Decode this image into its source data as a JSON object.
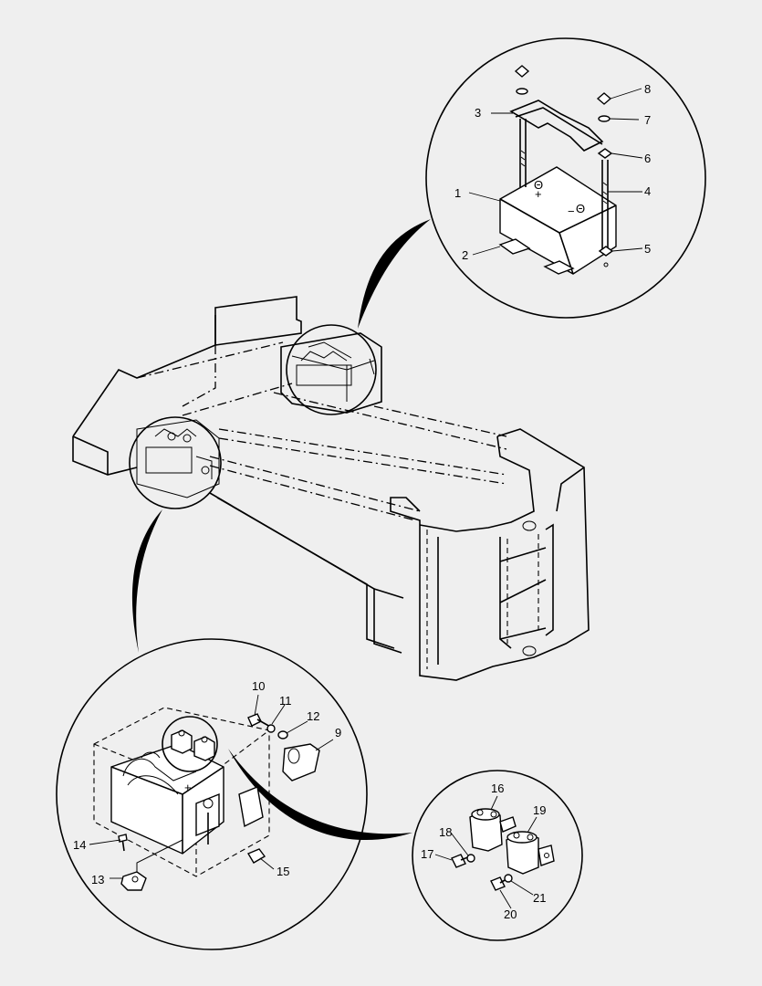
{
  "callouts": [
    {
      "id": "c1",
      "text": "1"
    },
    {
      "id": "c2",
      "text": "2"
    },
    {
      "id": "c3",
      "text": "3"
    },
    {
      "id": "c4",
      "text": "4"
    },
    {
      "id": "c5",
      "text": "5"
    },
    {
      "id": "c6",
      "text": "6"
    },
    {
      "id": "c7",
      "text": "7"
    },
    {
      "id": "c8",
      "text": "8"
    },
    {
      "id": "c9",
      "text": "9"
    },
    {
      "id": "c10",
      "text": "10"
    },
    {
      "id": "c11",
      "text": "11"
    },
    {
      "id": "c12",
      "text": "12"
    },
    {
      "id": "c13",
      "text": "13"
    },
    {
      "id": "c14",
      "text": "14"
    },
    {
      "id": "c15",
      "text": "15"
    },
    {
      "id": "c16",
      "text": "16"
    },
    {
      "id": "c17",
      "text": "17"
    },
    {
      "id": "c18",
      "text": "18"
    },
    {
      "id": "c19",
      "text": "19"
    },
    {
      "id": "c20",
      "text": "20"
    },
    {
      "id": "c21",
      "text": "21"
    }
  ],
  "battery_symbols": {
    "plus": "+",
    "minus": "−",
    "terminal": "Θ"
  }
}
